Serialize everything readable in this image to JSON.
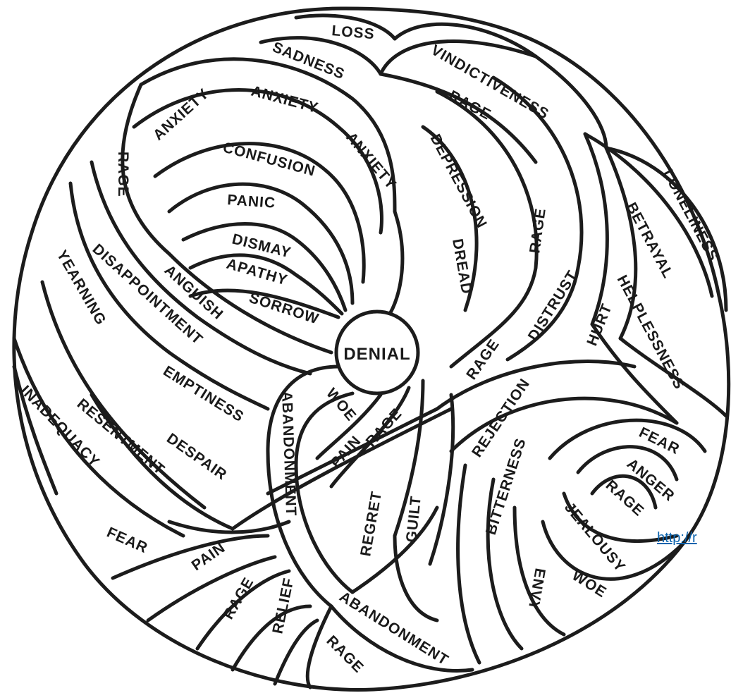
{
  "diagram": {
    "center": "DENIAL",
    "labels": [
      "LOSS",
      "SADNESS",
      "VINDICTIVENESS",
      "ANXIETY",
      "ANXIETY",
      "ANXIETY",
      "RAGE",
      "CONFUSION",
      "DEPRESSION",
      "RAGE",
      "LONELINESS",
      "PANIC",
      "BETRAYAL",
      "DREAD",
      "RAGE",
      "DISMAY",
      "YEARNING",
      "DISAPPOINTMENT",
      "APATHY",
      "ANGUISH",
      "HELPLESSNESS",
      "SORROW",
      "DISTRUST",
      "HURT",
      "RAGE",
      "EMPTINESS",
      "ABANDONMENT",
      "WOE",
      "INADEQUACY",
      "RESENTMENT",
      "REJECTION",
      "FEAR",
      "DESPAIR",
      "PAIN",
      "RAGE",
      "ANGER",
      "BITTERNESS",
      "RAGE",
      "REGRET",
      "GUILT",
      "JEALOUSY",
      "FEAR",
      "PAIN",
      "ENVY",
      "WOE",
      "RAGE",
      "RELIEF",
      "ABANDONMENT",
      "RAGE"
    ]
  },
  "link": {
    "text": "http://r"
  }
}
